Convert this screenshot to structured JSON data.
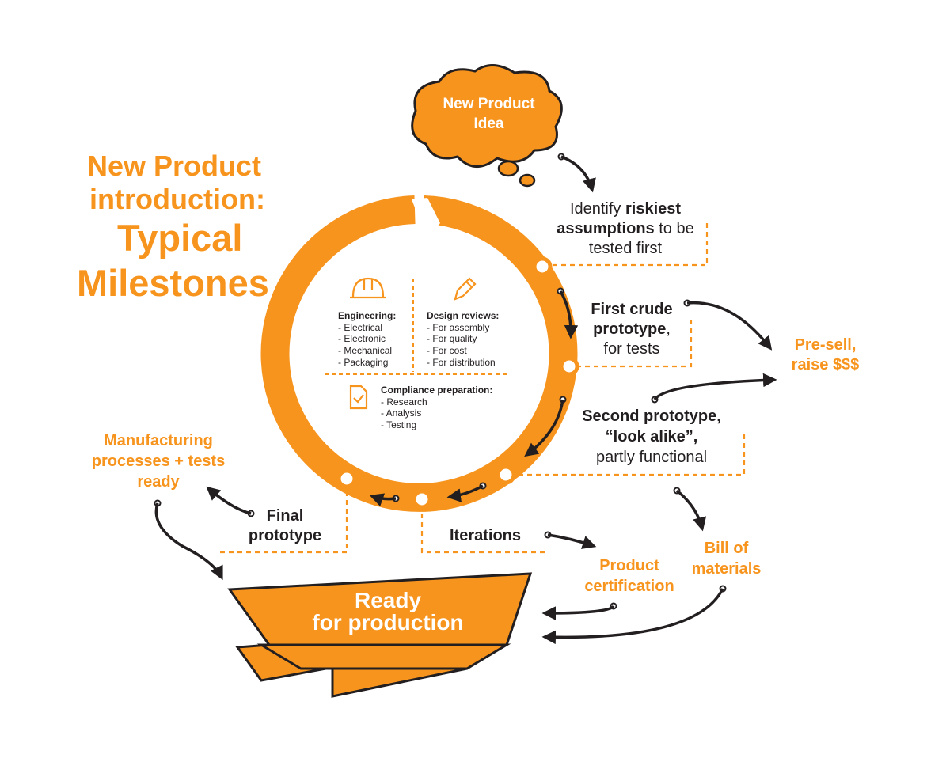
{
  "title": {
    "line1": "New Product",
    "line2": "introduction:",
    "line3": "Typical",
    "line4": "Milestones"
  },
  "cloud": {
    "line1": "New Product",
    "line2": "Idea"
  },
  "milestones": {
    "riskiest": {
      "pre": "Identify ",
      "bold": "riskiest",
      "line2_bold": "assumptions",
      "line2_rest": " to be",
      "line3": "tested first"
    },
    "first_prototype": {
      "line1": "First crude",
      "line2_bold": "prototype",
      "line2_rest": ",",
      "line3": "for tests"
    },
    "second_prototype": {
      "line1": "Second prototype,",
      "line2": "“look alike”,",
      "line3": "partly functional"
    },
    "final_prototype": {
      "line1": "Final",
      "line2": "prototype"
    },
    "iterations": "Iterations"
  },
  "outcomes": {
    "presell": {
      "line1": "Pre-sell,",
      "line2": "raise $$$"
    },
    "bill": {
      "line1": "Bill of",
      "line2": "materials"
    },
    "certification": {
      "line1": "Product",
      "line2": "certification"
    },
    "manufacturing": {
      "line1": "Manufacturing",
      "line2": "processes + tests",
      "line3": "ready"
    }
  },
  "banner": {
    "line1": "Ready",
    "line2": "for production"
  },
  "center": {
    "engineering": {
      "heading": "Engineering:",
      "items": [
        "- Electrical",
        "- Electronic",
        "- Mechanical",
        "- Packaging"
      ]
    },
    "design": {
      "heading": "Design reviews:",
      "items": [
        "- For assembly",
        "- For quality",
        "- For cost",
        "- For distribution"
      ]
    },
    "compliance": {
      "heading": "Compliance preparation:",
      "items": [
        "- Research",
        "- Analysis",
        "- Testing"
      ]
    },
    "icons": [
      "hard-hat-icon",
      "pencil-icon",
      "checklist-document-icon"
    ]
  },
  "colors": {
    "accent": "#f7941d",
    "dark": "#231f20",
    "background": "#ffffff"
  }
}
